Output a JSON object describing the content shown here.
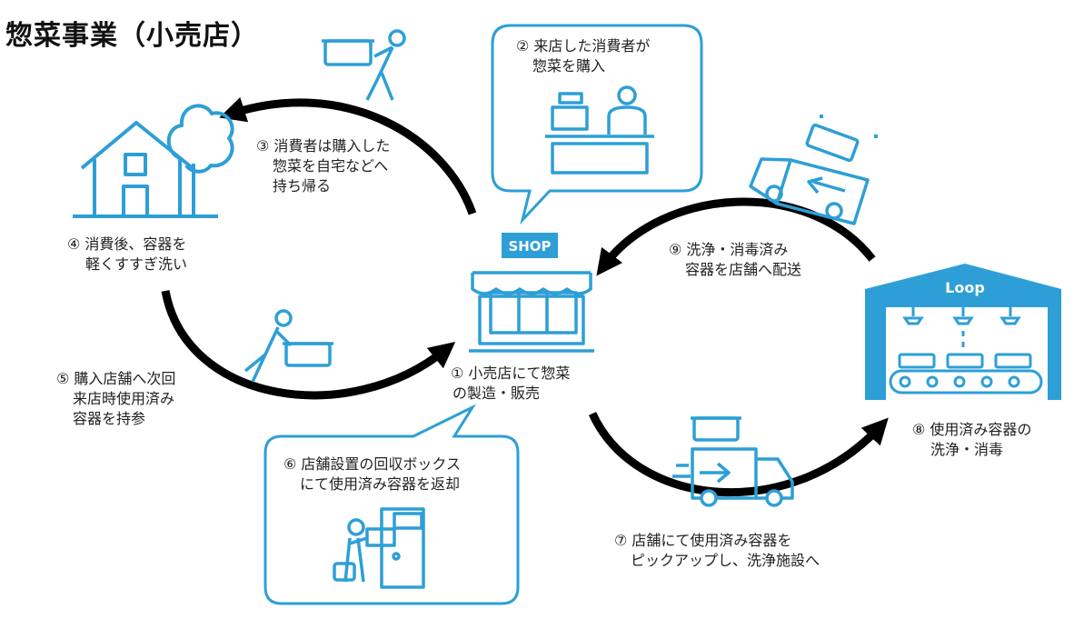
{
  "title": "惣菜事業（小売店）",
  "colors": {
    "accent": "#2d9fd6",
    "arrow": "#000000",
    "text": "#222222"
  },
  "steps": [
    {
      "lines": [
        "① 小売店にて惣菜",
        "の製造・販売"
      ]
    },
    {
      "lines": [
        "② 来店した消費者が",
        "惣菜を購入"
      ]
    },
    {
      "lines": [
        "③ 消費者は購入した",
        "惣菜を自宅などへ",
        "持ち帰る"
      ]
    },
    {
      "lines": [
        "④ 消費後、容器を",
        "軽くすすぎ洗い"
      ]
    },
    {
      "lines": [
        "⑤ 購入店舗へ次回",
        "来店時使用済み",
        "容器を持参"
      ]
    },
    {
      "lines": [
        "⑥ 店舗設置の回収ボックス",
        "にて使用済み容器を返却"
      ]
    },
    {
      "lines": [
        "⑦ 店舗にて使用済み容器を",
        "ピックアップし、洗浄施設へ"
      ]
    },
    {
      "lines": [
        "⑧ 使用済み容器の",
        "洗浄・消毒"
      ]
    },
    {
      "lines": [
        "⑨ 洗浄・消毒済み",
        "容器を店舗へ配送"
      ]
    }
  ],
  "shop_sign": "SHOP",
  "loop_logo": "Loop",
  "icons": [
    "house-tree-icon",
    "person-carrying-container-icon",
    "cashier-counter-icon",
    "shop-storefront-icon",
    "delivery-truck-icon",
    "person-pushing-container-icon",
    "return-box-icon",
    "delivery-truck-icon",
    "washing-facility-icon"
  ]
}
